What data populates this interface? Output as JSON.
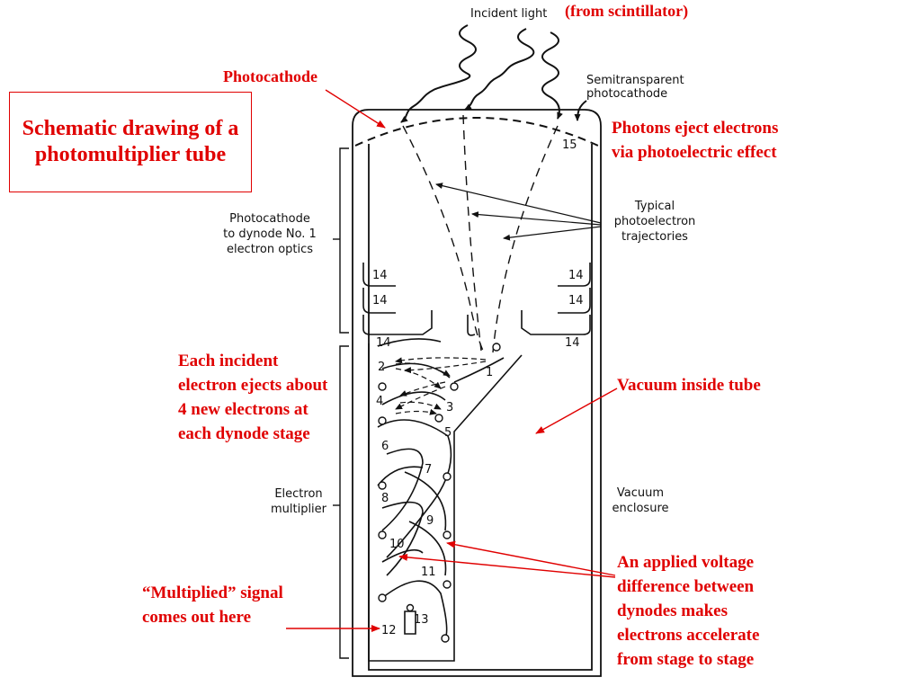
{
  "title": "Schematic drawing of a photomultiplier tube",
  "annotations": {
    "from_scintillator": "(from scintillator)",
    "photocathode": "Photocathode",
    "photons_eject": "Photons eject electrons via photoelectric effect",
    "each_incident": "Each incident electron ejects about 4 new electrons at each dynode stage",
    "vacuum_inside": "Vacuum inside tube",
    "multiplied_signal": "“Multiplied” signal comes out here",
    "applied_voltage": "An applied voltage difference between dynodes makes electrons accelerate from stage to stage"
  },
  "figure_labels": {
    "incident_light": "Incident light",
    "semitransparent_1": "Semitransparent",
    "semitransparent_2": "photocathode",
    "typical_1": "Typical",
    "typical_2": "photoelectron",
    "typical_3": "trajectories",
    "optics_1": "Photocathode",
    "optics_2": "to dynode No. 1",
    "optics_3": "electron optics",
    "multiplier_1": "Electron",
    "multiplier_2": "multiplier",
    "vacuum_1": "Vacuum",
    "vacuum_2": "enclosure"
  },
  "element_numbers": [
    "1",
    "2",
    "3",
    "4",
    "5",
    "6",
    "7",
    "8",
    "9",
    "10",
    "11",
    "12",
    "13",
    "14",
    "15"
  ],
  "colors": {
    "annotation": "#e00000",
    "drawing": "#111111"
  }
}
